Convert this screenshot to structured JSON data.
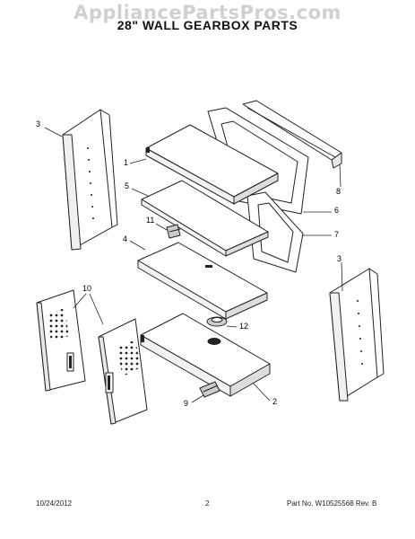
{
  "watermark": "AppliancePartsPros.com",
  "title": "28\" WALL GEARBOX PARTS",
  "footer": {
    "date": "10/24/2012",
    "page": "2",
    "part_number": "Part No. W10525568  Rev. B"
  },
  "callouts": [
    "1",
    "2",
    "3",
    "3",
    "4",
    "5",
    "6",
    "7",
    "8",
    "9",
    "10",
    "11",
    "12"
  ],
  "colors": {
    "line": "#222222",
    "fill": "#ffffff",
    "watermark": "#d0d0d0"
  }
}
